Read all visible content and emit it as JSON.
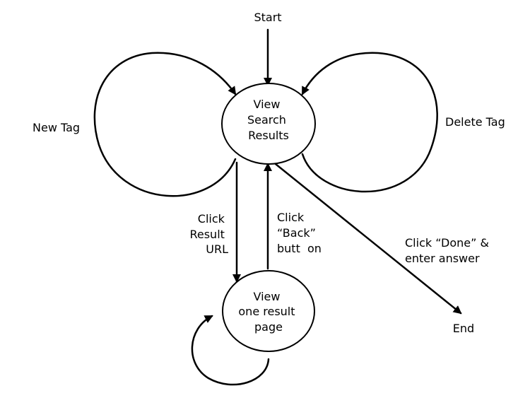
{
  "nodes": {
    "start": "Start",
    "view_search": [
      "View",
      "Search",
      "Results"
    ],
    "view_one": [
      "View",
      "one result",
      "page"
    ],
    "end": "End"
  },
  "edges": {
    "new_tag": "New Tag",
    "delete_tag": "Delete Tag",
    "click_result": [
      "Click",
      "Result",
      "URL"
    ],
    "click_back": [
      "Click",
      "“Back”",
      "butt  on"
    ],
    "click_done": [
      "Click “Done” &",
      "enter answer"
    ]
  }
}
